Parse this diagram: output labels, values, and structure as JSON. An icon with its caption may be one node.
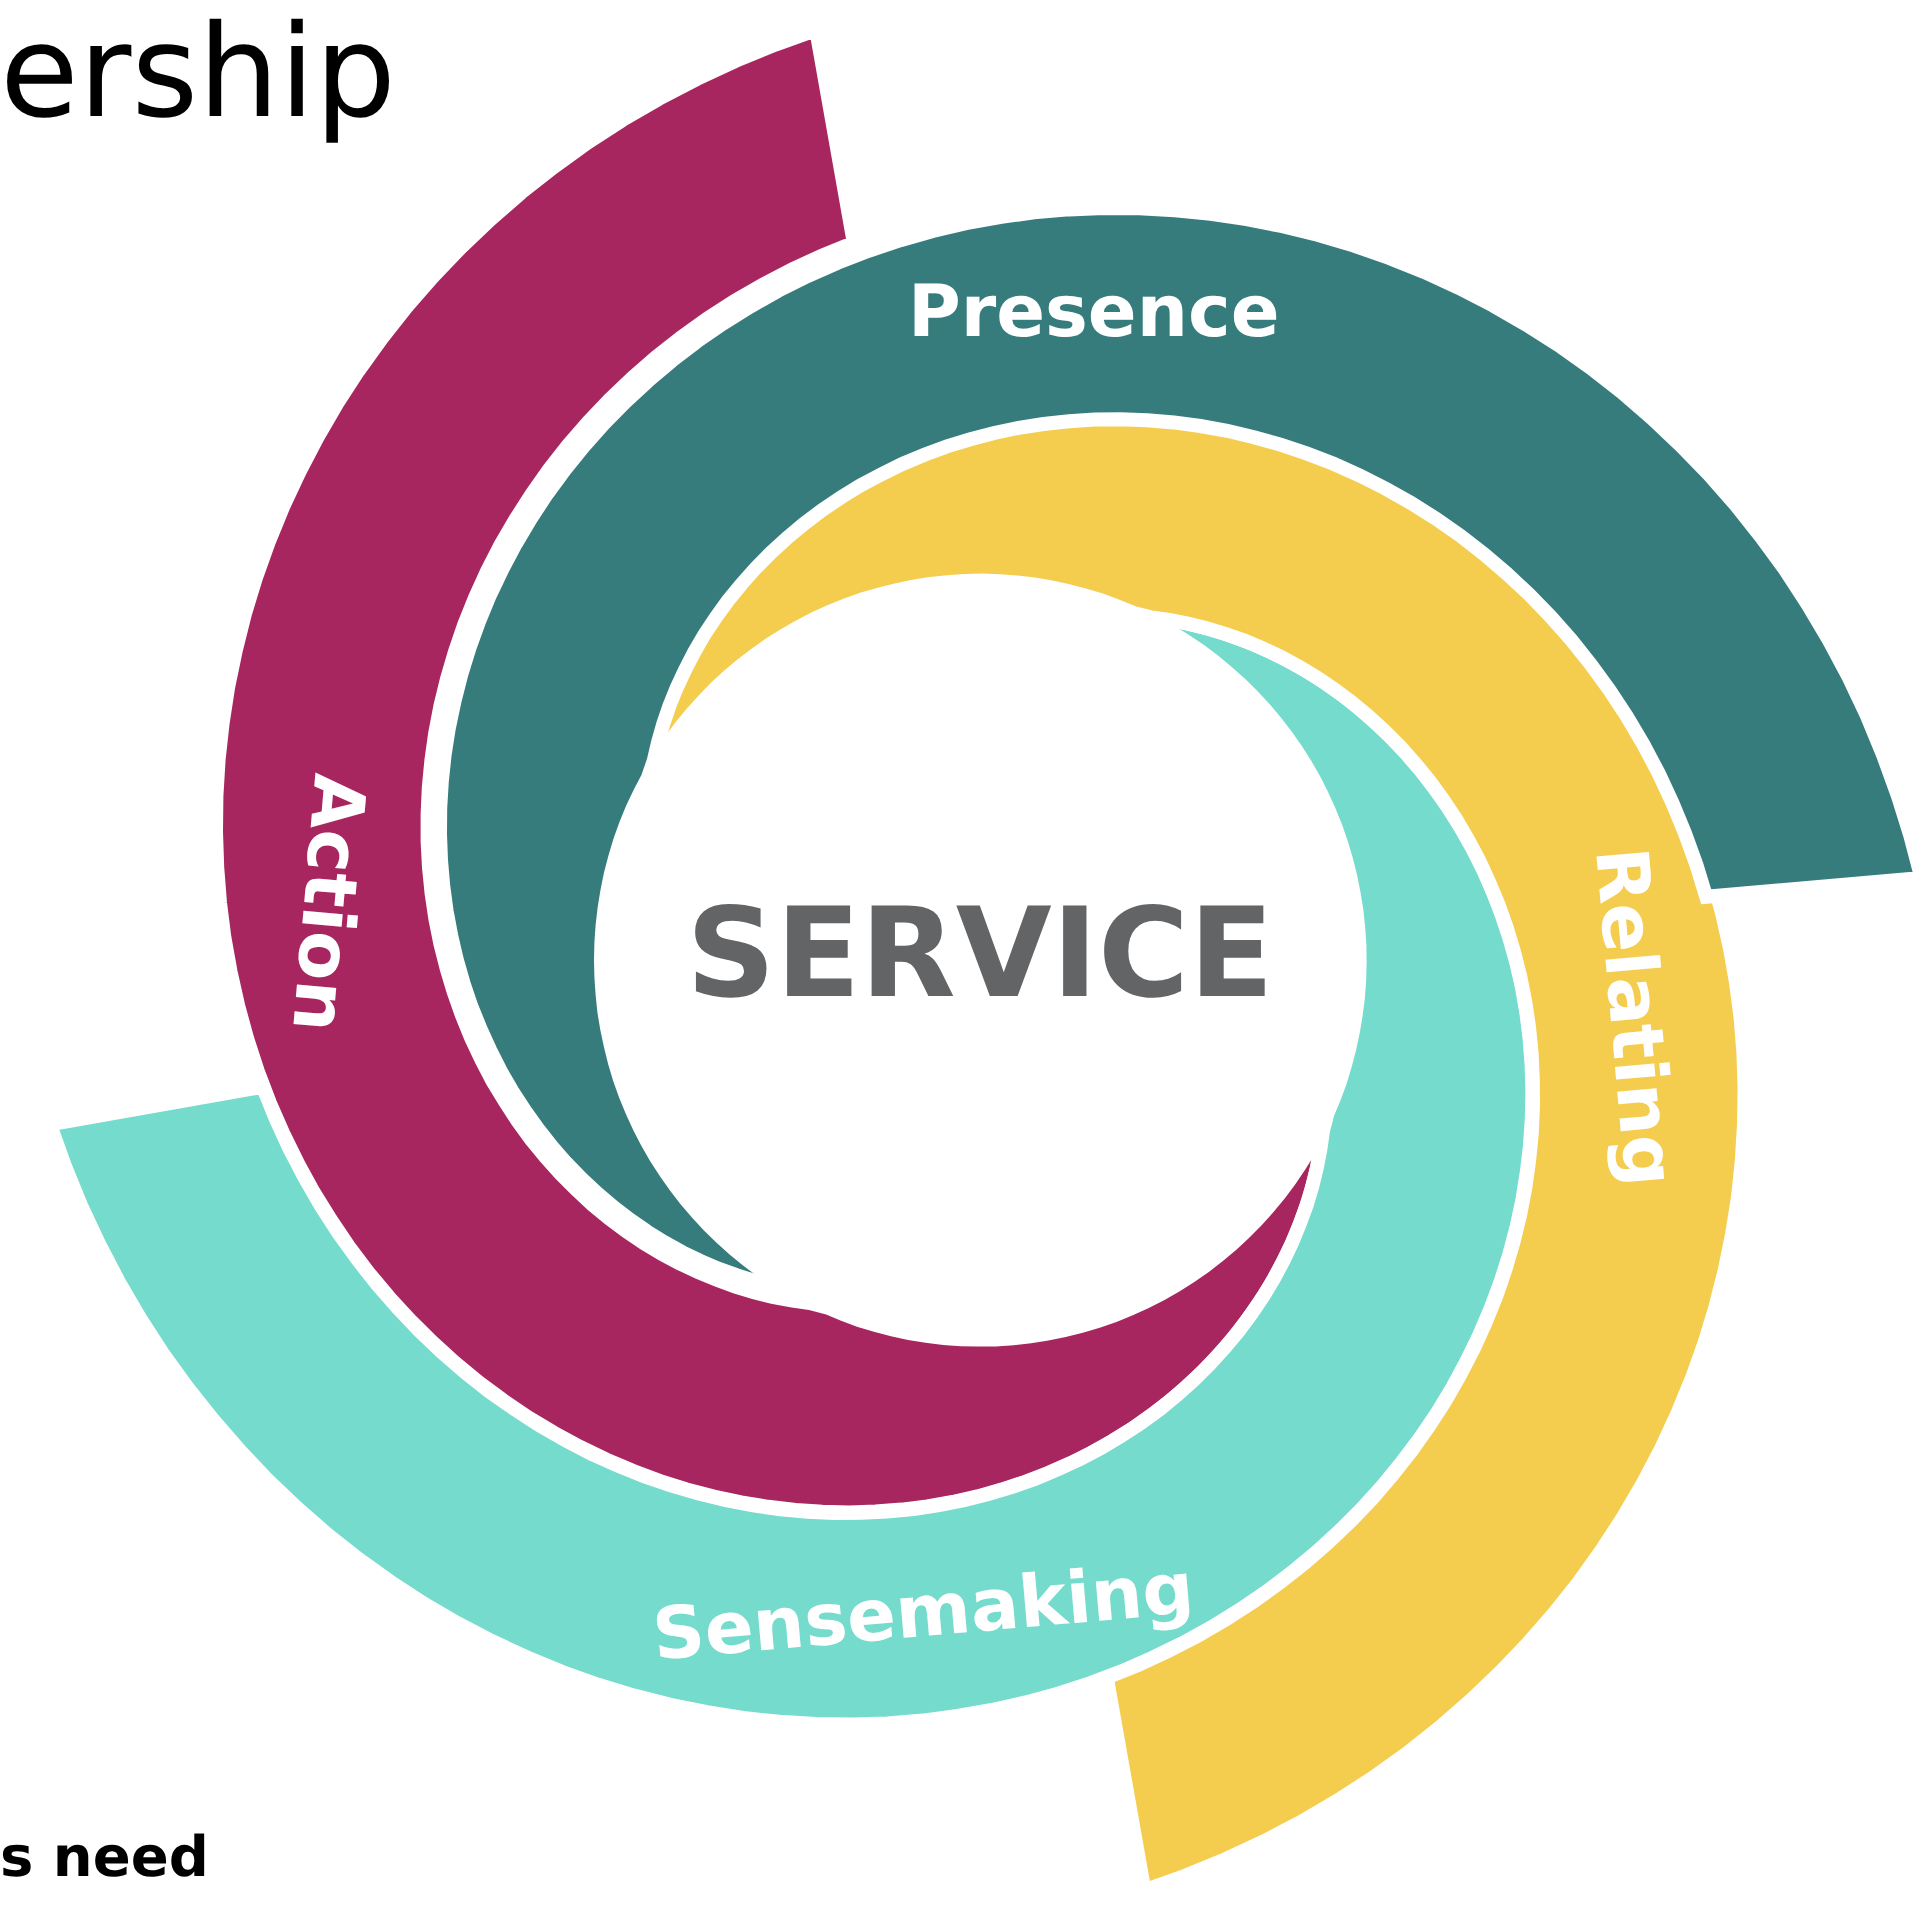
{
  "diagram": {
    "nodes": [
      {
        "text": [
          "SERVICE"
        ]
      },
      {
        "text": [
          "Presence"
        ]
      },
      {
        "text": [
          "Relating"
        ]
      },
      {
        "text": [
          "Sensemaking"
        ]
      },
      {
        "text": [
          "Action"
        ]
      }
    ],
    "labels": [
      "ership",
      "s need"
    ]
  }
}
